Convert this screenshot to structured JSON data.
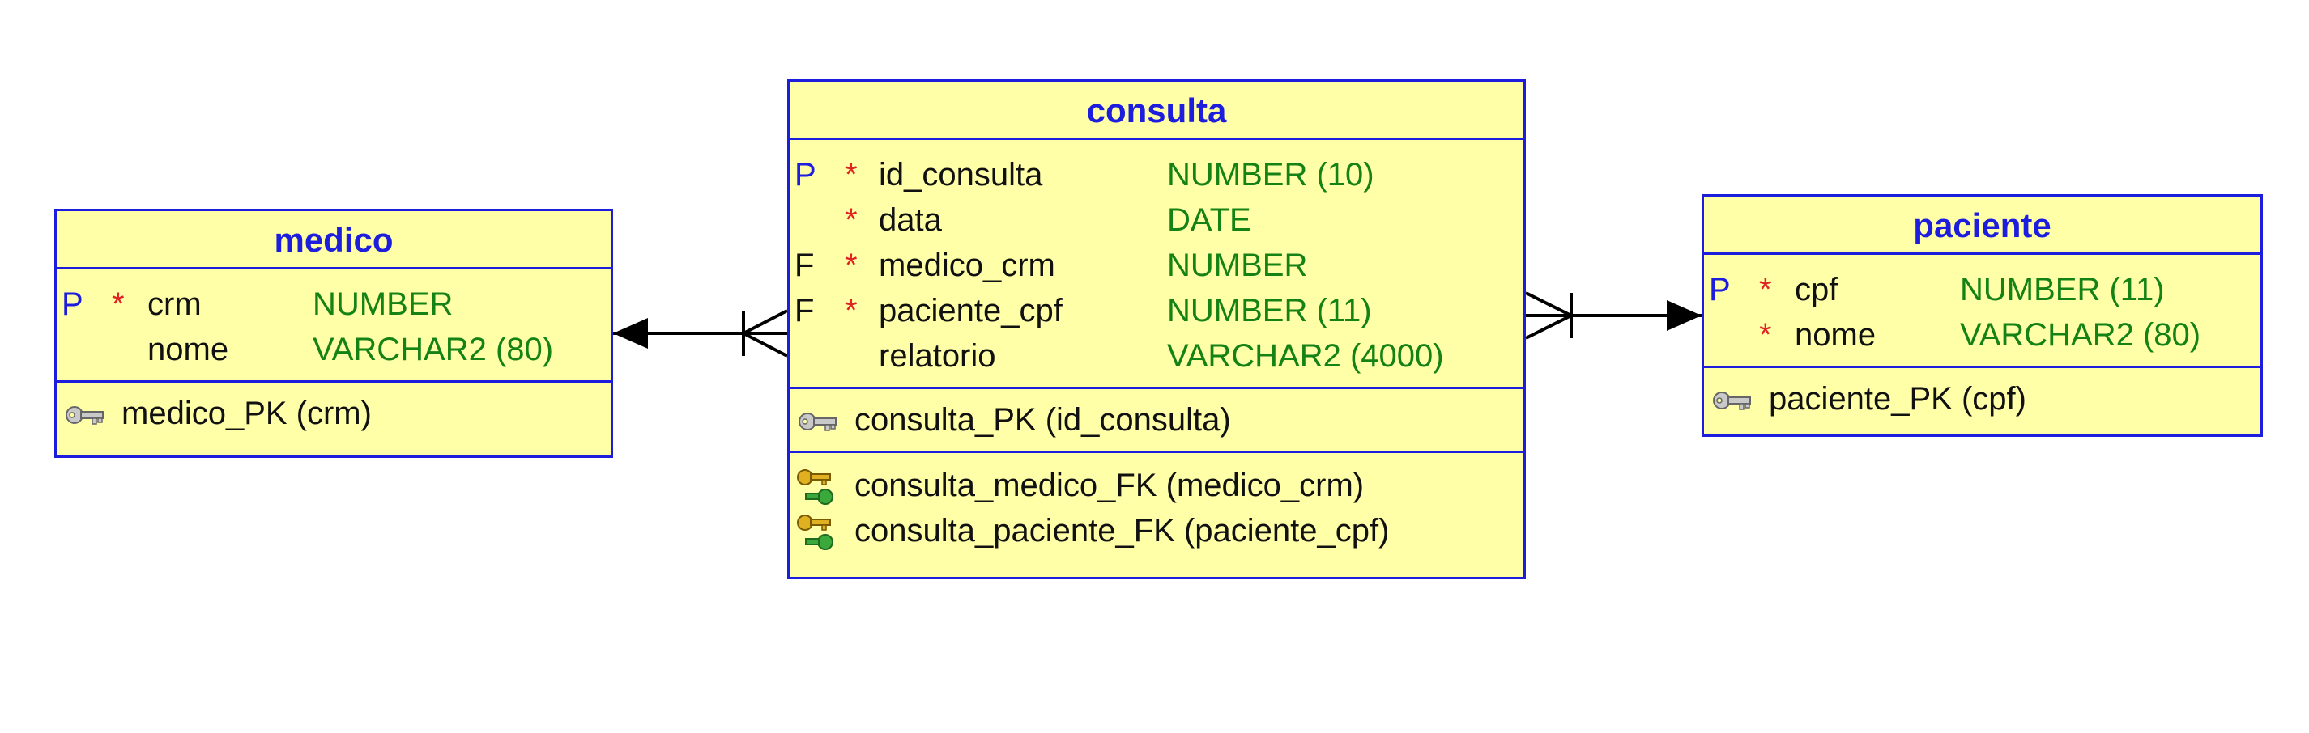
{
  "entities": {
    "medico": {
      "title": "medico",
      "attributes": [
        {
          "flag": "P",
          "required": "*",
          "name": "crm",
          "type": "NUMBER"
        },
        {
          "flag": "",
          "required": "",
          "name": "nome",
          "type": "VARCHAR2 (80)"
        }
      ],
      "primary_key": "medico_PK (crm)"
    },
    "consulta": {
      "title": "consulta",
      "attributes": [
        {
          "flag": "P",
          "required": "*",
          "name": "id_consulta",
          "type": "NUMBER (10)"
        },
        {
          "flag": "",
          "required": "*",
          "name": "data",
          "type": "DATE"
        },
        {
          "flag": "F",
          "required": "*",
          "name": "medico_crm",
          "type": "NUMBER"
        },
        {
          "flag": "F",
          "required": "*",
          "name": "paciente_cpf",
          "type": "NUMBER (11)"
        },
        {
          "flag": "",
          "required": "",
          "name": "relatorio",
          "type": "VARCHAR2 (4000)"
        }
      ],
      "primary_key": "consulta_PK (id_consulta)",
      "foreign_keys": [
        "consulta_medico_FK (medico_crm)",
        "consulta_paciente_FK (paciente_cpf)"
      ]
    },
    "paciente": {
      "title": "paciente",
      "attributes": [
        {
          "flag": "P",
          "required": "*",
          "name": "cpf",
          "type": "NUMBER (11)"
        },
        {
          "flag": "",
          "required": "*",
          "name": "nome",
          "type": "VARCHAR2 (80)"
        }
      ],
      "primary_key": "paciente_PK (cpf)"
    }
  },
  "relationships": [
    {
      "from": "consulta",
      "to": "medico",
      "from_cardinality": "many",
      "to_cardinality": "one"
    },
    {
      "from": "consulta",
      "to": "paciente",
      "from_cardinality": "many",
      "to_cardinality": "one"
    }
  ],
  "colors": {
    "box_fill": "#ffffa8",
    "border": "#1d1ddd",
    "title": "#1d1ddd",
    "primary_flag": "#1d1ddd",
    "required_mark": "#e02222",
    "type_text": "#158215",
    "text": "#111111",
    "connector": "#000000"
  },
  "icons": {
    "primary_key": "key-icon",
    "foreign_key": "foreign-key-icon"
  }
}
